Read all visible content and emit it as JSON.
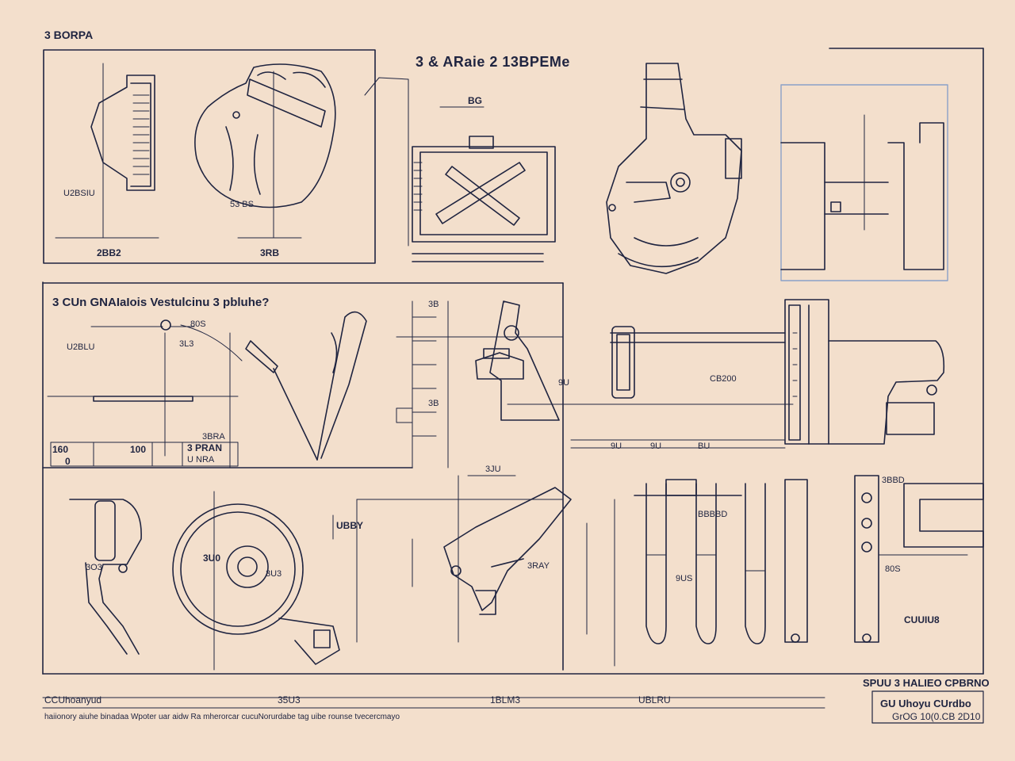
{
  "sheet": {
    "corner_label": "3 BORPA",
    "title": "3 & ARaie 2 13BPEMe",
    "section_title": "3 CUn GNAIaIois Vestulcinu 3 pbluhe?"
  },
  "labels": {
    "p1_left": "U2BSIU",
    "p1_bottom_left": "2BB2",
    "p1_bottom_right": "3RB",
    "p1_mid": "53 BS",
    "p2_top": "BG",
    "p4_mid": "U2BLU",
    "p4_ratio": "3L3",
    "p4_small": "80S",
    "p4_cells": [
      "160",
      "0",
      "100",
      "3 PRAN",
      "U NRA"
    ],
    "p4_tag": "3BRA",
    "p5_marks": [
      "3B",
      "3B",
      "9U"
    ],
    "p6_mid": "CB200",
    "p6_bottom": [
      "9U",
      "9U",
      "BU"
    ],
    "p7_left": "3O3",
    "p7_mid": "3U0",
    "p7_right": "3U3",
    "p8_top": "3JU",
    "p8_tag": "UBBY",
    "p8_tag2": "3RAY",
    "p9_top": "BBBBD",
    "p9_small": "9US",
    "p10_top": "3BBD",
    "p10_small": "80S",
    "p10_bottom": "CUUIU8"
  },
  "footer": {
    "row1": [
      "CCUhoanyud",
      "35U3",
      "1BLM3",
      "UBLRU"
    ],
    "row2": "haiionory aiuhe binadaa Wpoter uar aidw Ra mherorcar cucuNorurdabe tag uibe rounse tvecercmayo",
    "title_right": "SPUU 3 HALIEO CPBRNO",
    "right_line1": "GU Uhoyu CUrdbo",
    "right_line2": "GrOG 10(0.CB 2D10"
  },
  "colors": {
    "paper": "#f3dfcc",
    "ink": "#1f2440",
    "accent_frame": "#8aa0c8"
  }
}
